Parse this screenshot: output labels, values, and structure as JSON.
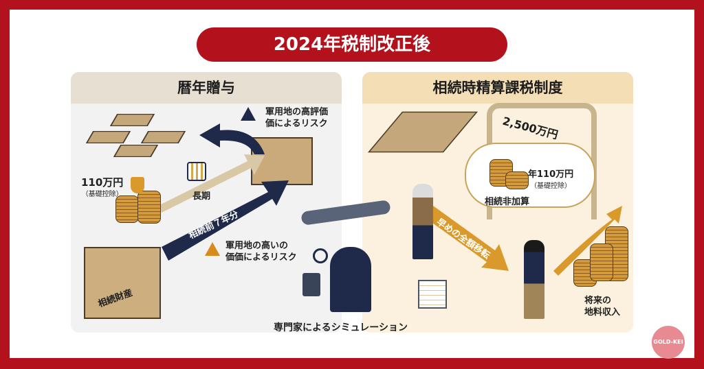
{
  "title": "2024年税制改正後",
  "left_panel": {
    "heading": "暦年贈与",
    "risk_top": [
      "軍用地の高評価",
      "価によるリスク"
    ],
    "deduction_amount": "110万円",
    "deduction_note": "（基礎控除）",
    "long_term": "長期",
    "arrow_label": "相続前７年分",
    "risk_bottom": [
      "軍用地の高いの",
      "価価によるリスク"
    ],
    "estate_label": "相続財産"
  },
  "center": {
    "simulation_label": "専門家によるシミュレーション"
  },
  "right_panel": {
    "heading": "相続時精算課税制度",
    "limit_amount": "2,500万円",
    "annual_deduction": "年110万円",
    "annual_deduction_note": "（基礎控除）",
    "non_addition": "相続非加算",
    "arrow_label": "早めの全額移転",
    "future_income": [
      "将来の",
      "地料収入"
    ]
  },
  "logo": "GOLD-KEI",
  "colors": {
    "brand_red": "#b3121d",
    "navy": "#1f2a4a",
    "gold": "#d99a2b"
  }
}
